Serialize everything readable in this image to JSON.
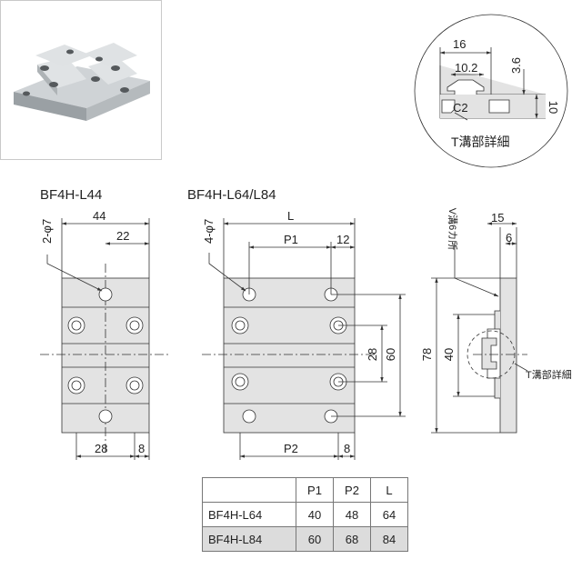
{
  "product_photo": {
    "alt": "bracket"
  },
  "labels": {
    "view_l44": "BF4H-L44",
    "view_l64": "BF4H-L64/L84",
    "tslot_detail": "T溝部詳細",
    "tslot_side": "T溝部詳細",
    "v_groove": "V溝6カ所"
  },
  "dims_l44": {
    "w": "44",
    "half": "22",
    "holes": "2-φ7",
    "pitch": "28",
    "edge": "8"
  },
  "dims_l64": {
    "w": "L",
    "p1": "P1",
    "p1_edge": "12",
    "holes": "4-φ7",
    "p2": "P2",
    "edge": "8",
    "h28": "28",
    "h60": "60"
  },
  "dims_side": {
    "w15": "15",
    "w6": "6",
    "h78": "78",
    "h40": "40"
  },
  "dims_detail": {
    "d16": "16",
    "d102": "10.2",
    "d36": "3.6",
    "d10": "10",
    "c2": "C2"
  },
  "table": {
    "headers": [
      "",
      "P1",
      "P2",
      "L"
    ],
    "rows": [
      {
        "name": "BF4H-L64",
        "p1": "40",
        "p2": "48",
        "l": "64"
      },
      {
        "name": "BF4H-L84",
        "p1": "60",
        "p2": "68",
        "l": "84"
      }
    ]
  }
}
